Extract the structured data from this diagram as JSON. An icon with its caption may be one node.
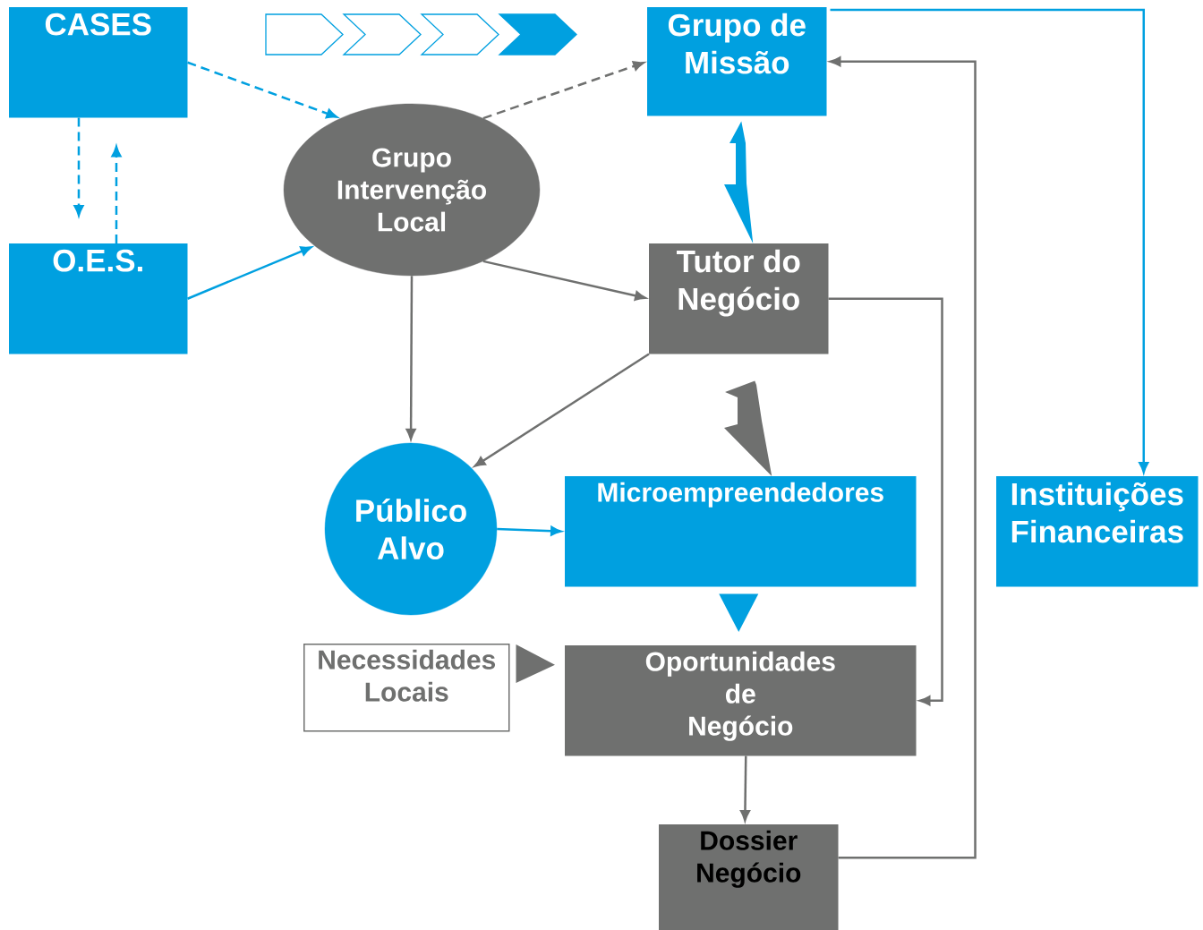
{
  "diagram": {
    "nodes": [
      {
        "text": [
          "CASES"
        ]
      },
      {
        "text": [
          "Grupo de Missão"
        ]
      },
      {
        "text": [
          "O.E.S."
        ]
      },
      {
        "text": [
          "Grupo Intervenção Local"
        ]
      },
      {
        "text": [
          "Tutor do Negócio"
        ]
      },
      {
        "text": [
          "Instituições Financeiras"
        ]
      },
      {
        "text": [
          "Público Alvo"
        ]
      },
      {
        "text": [
          "Microempreendedores"
        ]
      },
      {
        "text": [
          "Necessidades Locais"
        ]
      },
      {
        "text": [
          "Oportunidades de Negócio"
        ]
      },
      {
        "text": [
          "Dossier Negócio"
        ]
      }
    ],
    "edges": [
      {
        "from": 0,
        "to": 3,
        "arrow": "to",
        "style": "dashed",
        "color": "#00a0e0"
      },
      {
        "from": 0,
        "to": 2,
        "arrow": "to",
        "style": "dashed",
        "color": "#00a0e0"
      },
      {
        "from": 2,
        "to": 0,
        "arrow": "to",
        "style": "dashed",
        "color": "#00a0e0"
      },
      {
        "from": 2,
        "to": 3,
        "arrow": "to",
        "color": "#00a0e0"
      },
      {
        "from": 3,
        "to": 1,
        "arrow": "to",
        "style": "dashed"
      },
      {
        "from": 3,
        "to": 4,
        "arrow": "to"
      },
      {
        "from": 3,
        "to": 6,
        "arrow": "to"
      },
      {
        "from": 4,
        "to": 1,
        "arrow": "to",
        "style": "thick",
        "color": "#00a0e0"
      },
      {
        "from": 1,
        "to": 5,
        "arrow": "to",
        "color": "#00a0e0"
      },
      {
        "from": 4,
        "to": 6,
        "arrow": "to"
      },
      {
        "from": 10,
        "to": 1,
        "arrow": "to"
      },
      {
        "from": 4,
        "to": 9,
        "arrow": "to"
      },
      {
        "from": 4,
        "to": 7,
        "arrow": "to",
        "style": "thick"
      },
      {
        "from": 6,
        "to": 7,
        "arrow": "to",
        "color": "#00a0e0"
      },
      {
        "from": 7,
        "to": 9,
        "arrow": "to",
        "style": "thick",
        "color": "#00a0e0"
      },
      {
        "from": 8,
        "to": 9,
        "arrow": "to",
        "style": "thick"
      },
      {
        "from": 9,
        "to": 10,
        "arrow": "to"
      }
    ]
  }
}
